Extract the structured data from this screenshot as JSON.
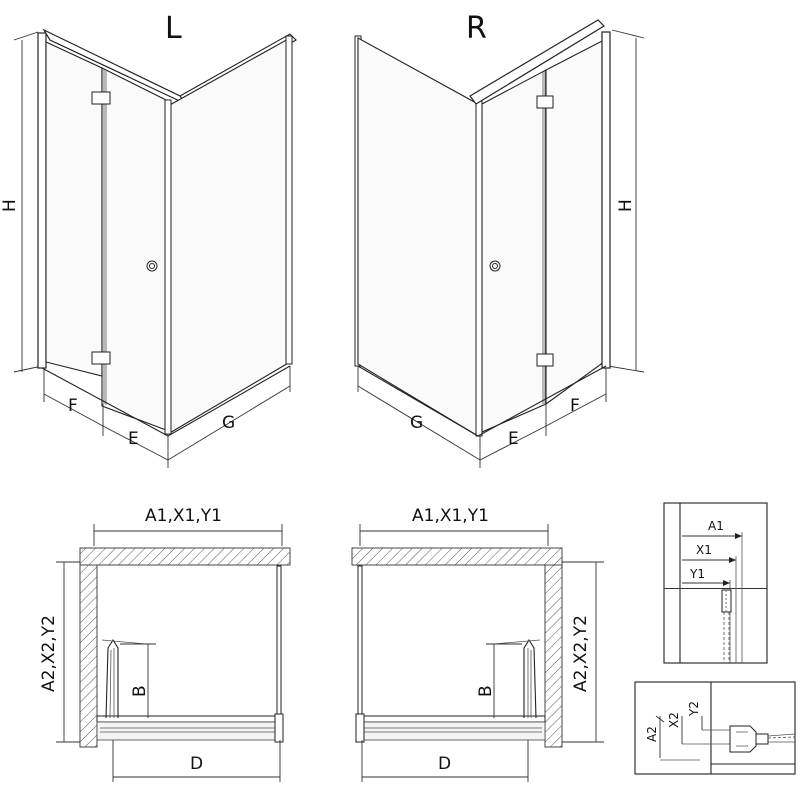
{
  "variants": {
    "left": "L",
    "right": "R"
  },
  "dimensions": {
    "height": "H",
    "fixed_panel": "F",
    "entry": "E",
    "side_wall": "G",
    "width_set": "A1,X1,Y1",
    "depth_set": "A2,X2,Y2",
    "b": "B",
    "d": "D"
  },
  "detail": {
    "a1": "A1",
    "x1": "X1",
    "y1": "Y1",
    "a2": "A2",
    "x2": "X2",
    "y2": "Y2"
  }
}
